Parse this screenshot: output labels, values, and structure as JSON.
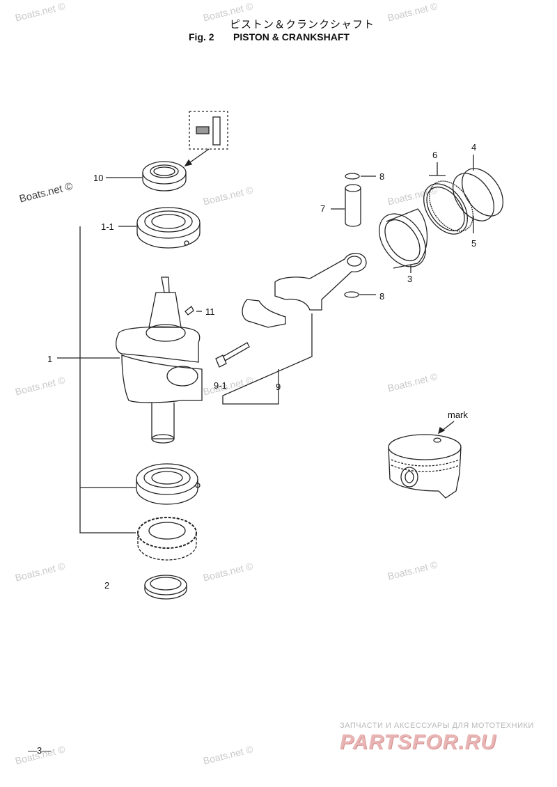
{
  "header": {
    "title_jp": "ピストン＆クランクシャフト",
    "fig_label": "Fig. 2",
    "title_en": "PISTON & CRANKSHAFT"
  },
  "watermark": {
    "text": "Boats.net ©"
  },
  "callouts": {
    "c10": "10",
    "c1_1": "1-1",
    "c1": "1",
    "c11": "11",
    "c2": "2",
    "c8a": "8",
    "c7": "7",
    "c6": "6",
    "c4": "4",
    "c5": "5",
    "c3": "3",
    "c8b": "8",
    "c9": "9",
    "c9_1": "9-1",
    "mark": "mark"
  },
  "footer": {
    "page_number": "—3—",
    "brand_tagline": "ЗАПЧАСТИ И АКСЕССУАРЫ ДЛЯ МОТОТЕХНИКИ",
    "brand_name": "PARTSFOR.RU"
  }
}
